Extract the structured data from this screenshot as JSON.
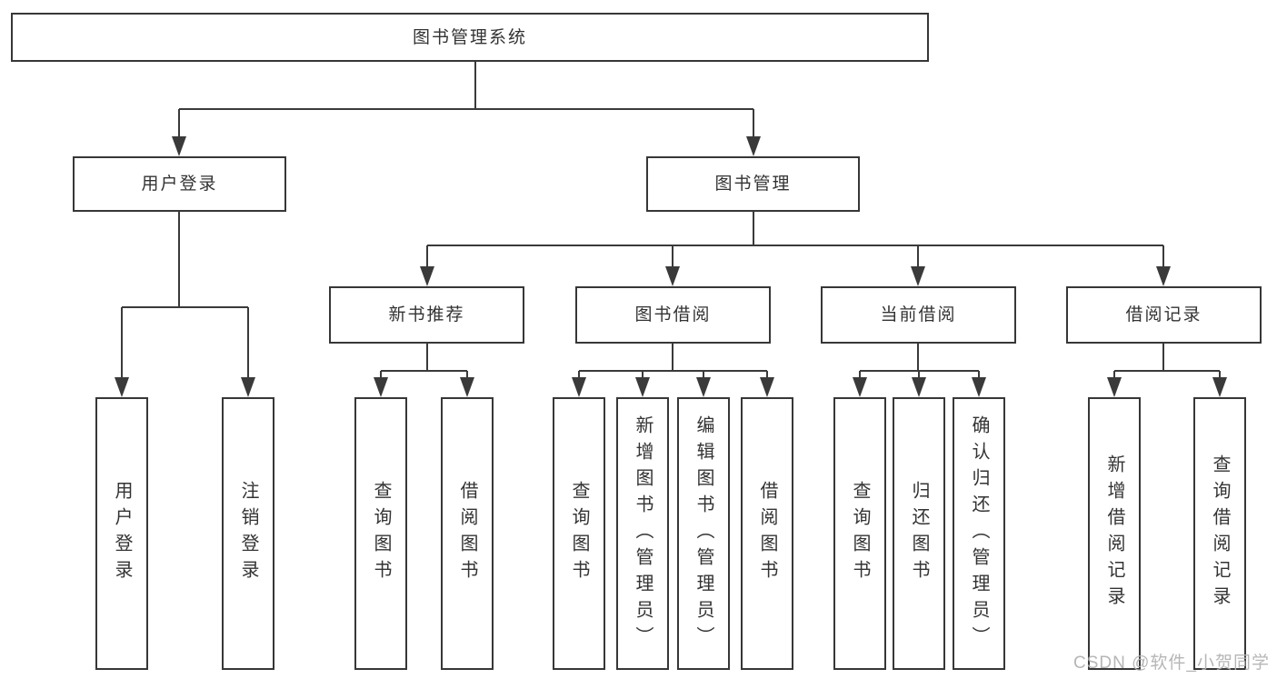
{
  "diagram": {
    "type": "hierarchy-tree",
    "watermark": "CSDN @软件_小贺同学",
    "colors": {
      "background": "#ffffff",
      "line": "#3a3a3a",
      "box_border": "#373737",
      "text": "#333333",
      "watermark": "#b2b2b2"
    },
    "tree": {
      "label": "图书管理系统",
      "children": [
        {
          "label": "用户登录",
          "children": [
            {
              "label": "用户登录"
            },
            {
              "label": "注销登录"
            }
          ]
        },
        {
          "label": "图书管理",
          "children": [
            {
              "label": "新书推荐",
              "children": [
                {
                  "label": "查询图书"
                },
                {
                  "label": "借阅图书"
                }
              ]
            },
            {
              "label": "图书借阅",
              "children": [
                {
                  "label": "查询图书"
                },
                {
                  "label": "新增图书（管理员）"
                },
                {
                  "label": "编辑图书（管理员）"
                },
                {
                  "label": "借阅图书"
                }
              ]
            },
            {
              "label": "当前借阅",
              "children": [
                {
                  "label": "查询图书"
                },
                {
                  "label": "归还图书"
                },
                {
                  "label": "确认归还（管理员）"
                }
              ]
            },
            {
              "label": "借阅记录",
              "children": [
                {
                  "label": "新增借阅记录"
                },
                {
                  "label": "查询借阅记录"
                }
              ]
            }
          ]
        }
      ]
    }
  }
}
